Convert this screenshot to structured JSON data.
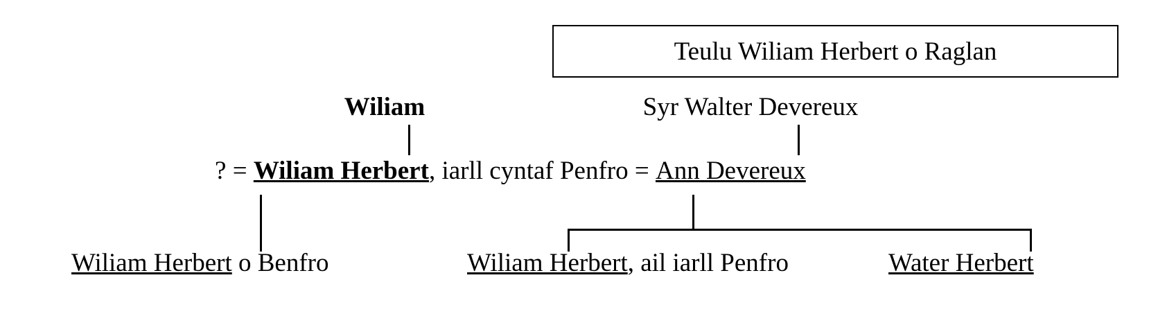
{
  "diagram": {
    "title": "Teulu Wiliam Herbert o Raglan",
    "language": "cy",
    "type": "family-tree",
    "line_color": "#000000",
    "background_color": "#ffffff",
    "text_color": "#000000"
  },
  "generation_1": {
    "father_label": "Wiliam",
    "devereux_label": "Syr Walter Devereux"
  },
  "generation_2": {
    "unknown_spouse": "?",
    "equals_1": "=",
    "main_name": "Wiliam Herbert",
    "main_title": ", iarll cyntaf Penfro",
    "equals_2": "=",
    "wife_name": "Ann Devereux"
  },
  "generation_3": {
    "child_left_name": "Wiliam Herbert",
    "child_left_suffix": " o Benfro",
    "child_middle_name": "Wiliam Herbert",
    "child_middle_suffix": ", ail iarll Penfro",
    "child_right_name": "Water Herbert"
  }
}
